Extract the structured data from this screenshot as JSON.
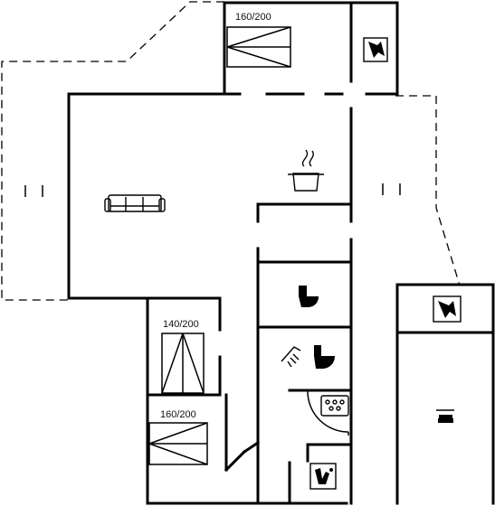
{
  "labels": {
    "bed_top": "160/200",
    "bed_middle": "140/200",
    "bed_bottom": "160/200"
  },
  "colors": {
    "line": "#000000",
    "background": "#ffffff"
  },
  "icons": [
    "sofa-icon",
    "cooking-pot-icon",
    "toilet-icon",
    "shower-icon",
    "sauna-icon",
    "washing-machine-icon",
    "bed-icon",
    "stove-icon"
  ]
}
